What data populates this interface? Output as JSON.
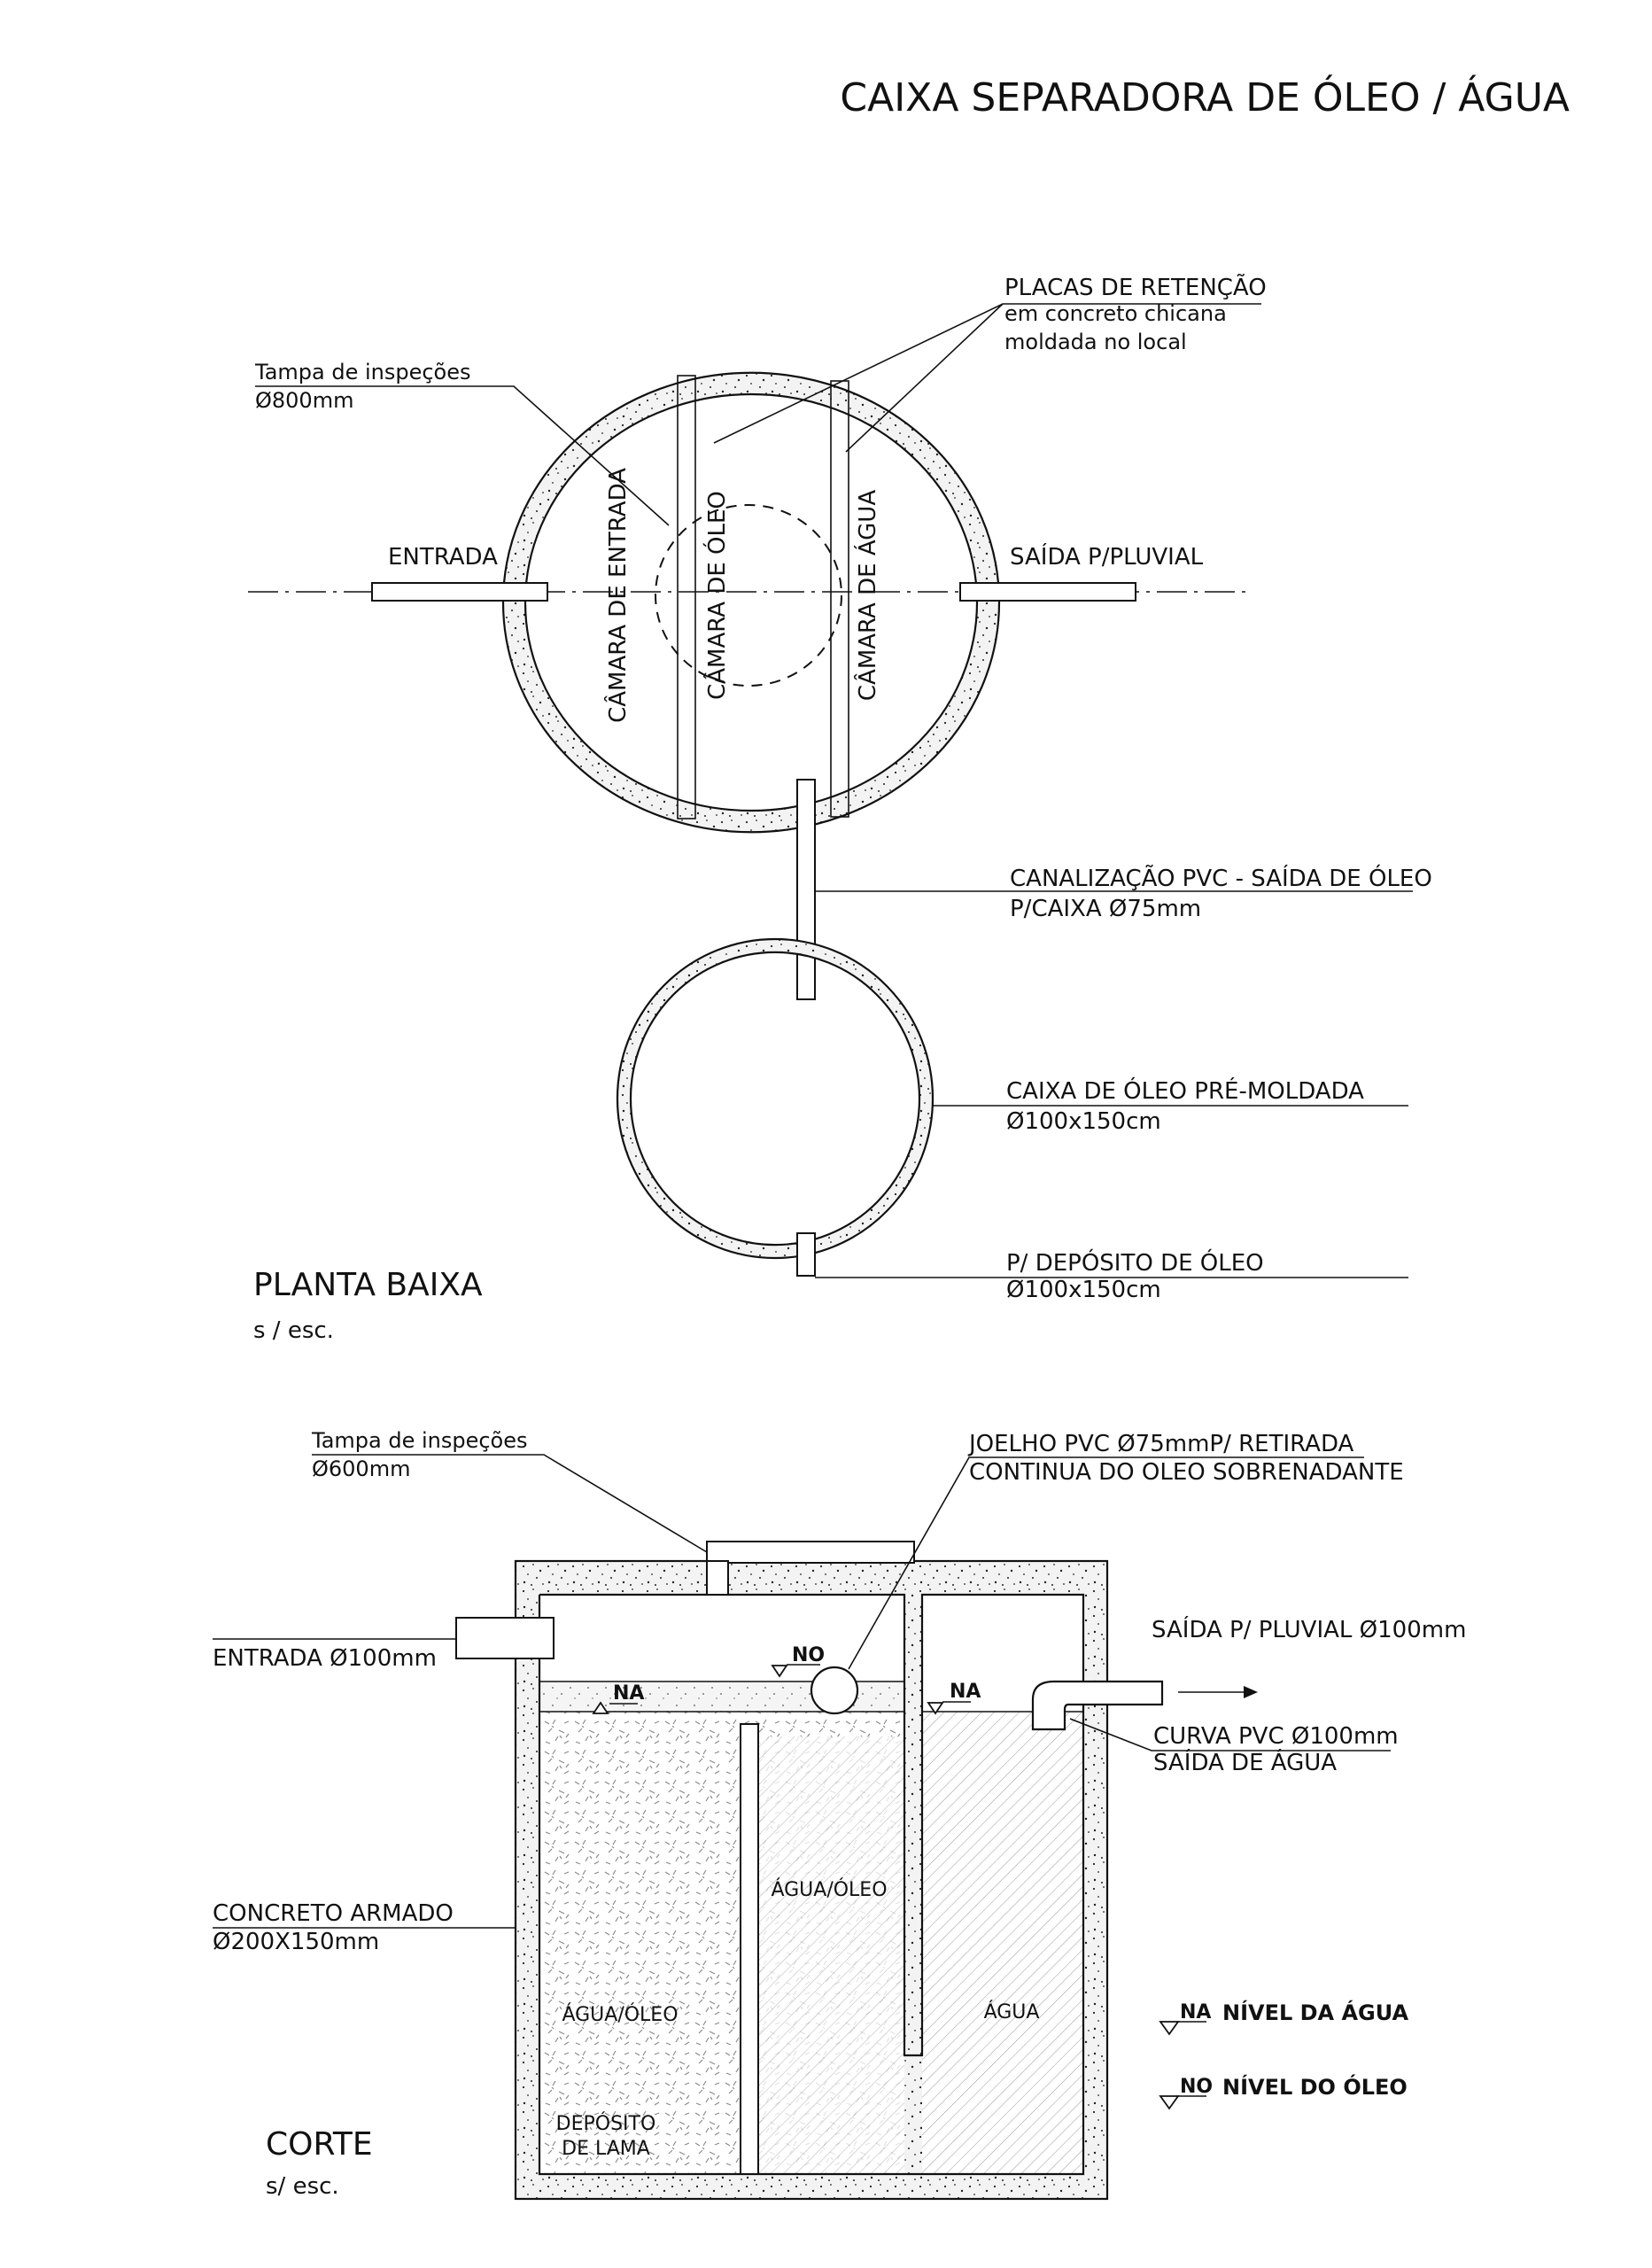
{
  "title": "CAIXA SEPARADORA DE ÓLEO / ÁGUA",
  "plan": {
    "heading": "PLANTA BAIXA",
    "scale": "s / esc.",
    "placas_label": "PLACAS DE RETENÇÃO",
    "placas_sub1": "em concreto chicana",
    "placas_sub2": "moldada no local",
    "tampa_label": "Tampa de inspeções",
    "tampa_dim": "Ø800mm",
    "entrada": "ENTRADA",
    "saida": "SAÍDA P/PLUVIAL",
    "camara_entrada": "CÂMARA DE ENTRADA",
    "camara_oleo": "CÂMARA DE ÓLEO",
    "camara_agua": "CÂMARA DE ÁGUA",
    "pvc_label": "CANALIZAÇÃO PVC - SAÍDA DE ÓLEO",
    "pvc_sub": "P/CAIXA Ø75mm",
    "caixa_label": "CAIXA DE ÓLEO PRÉ-MOLDADA",
    "caixa_dim": "Ø100x150cm",
    "deposito_label": "P/ DEPÓSITO DE ÓLEO",
    "deposito_dim": "Ø100x150cm"
  },
  "section": {
    "heading": "CORTE",
    "scale": "s/  esc.",
    "tampa_label": "Tampa de inspeções",
    "tampa_dim": "Ø600mm",
    "joelho_label": "JOELHO PVC Ø75mmP/ RETIRADA",
    "joelho_sub": "CONTINUA DO OLEO SOBRENADANTE",
    "entrada": "ENTRADA Ø100mm",
    "saida": "SAÍDA P/ PLUVIAL Ø100mm",
    "curva_label": "CURVA PVC Ø100mm",
    "curva_sub": "SAÍDA DE ÁGUA",
    "concreto_label": "CONCRETO ARMADO",
    "concreto_dim": "Ø200X150mm",
    "no_tag": "NO",
    "na_tag_1": "NA",
    "na_tag_2": "NA",
    "agua_oleo_mid": "ÁGUA/ÓLEO",
    "agua_oleo_left": "ÁGUA/ÓLEO",
    "agua_right": "ÁGUA",
    "deposito_1": "DEPÓSITO",
    "deposito_2": "DE LAMA"
  },
  "legend": {
    "na_tag": "NA",
    "na_text": "NÍVEL DA ÁGUA",
    "no_tag": "NO",
    "no_text": "NÍVEL DO ÓLEO"
  }
}
